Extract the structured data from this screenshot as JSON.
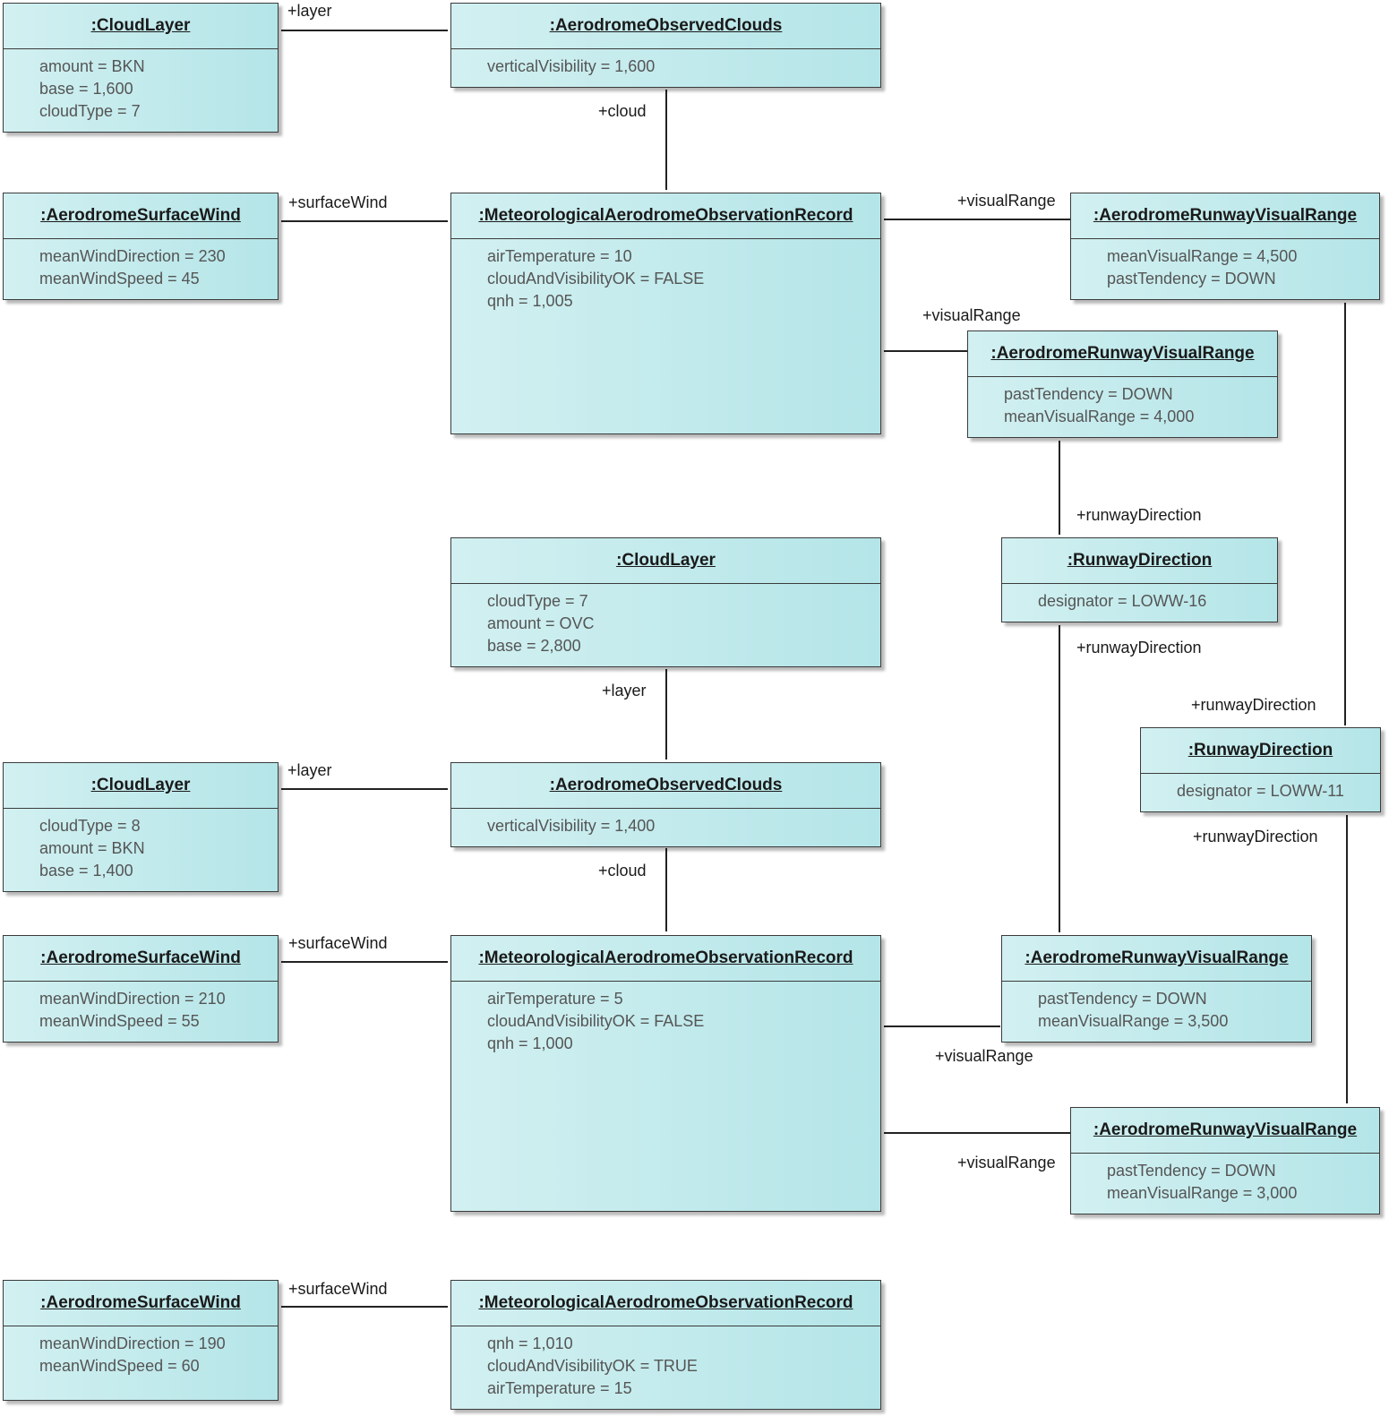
{
  "objects": [
    {
      "id": "cloudlayer-1",
      "title": ":CloudLayer",
      "attributes": [
        "amount = BKN",
        "base = 1,600",
        "cloudType = 7"
      ]
    },
    {
      "id": "observed-clouds-1",
      "title": ":AerodromeObservedClouds",
      "attributes": [
        "verticalVisibility = 1,600"
      ]
    },
    {
      "id": "surface-wind-1",
      "title": ":AerodromeSurfaceWind",
      "attributes": [
        "meanWindDirection = 230",
        "meanWindSpeed = 45"
      ]
    },
    {
      "id": "met-record-1",
      "title": ":MeteorologicalAerodromeObservationRecord",
      "attributes": [
        "airTemperature = 10",
        "cloudAndVisibilityOK = FALSE",
        "qnh = 1,005"
      ]
    },
    {
      "id": "rvr-1",
      "title": ":AerodromeRunwayVisualRange",
      "attributes": [
        "meanVisualRange = 4,500",
        "pastTendency = DOWN"
      ]
    },
    {
      "id": "rvr-2",
      "title": ":AerodromeRunwayVisualRange",
      "attributes": [
        "pastTendency = DOWN",
        "meanVisualRange = 4,000"
      ]
    },
    {
      "id": "cloudlayer-2",
      "title": ":CloudLayer",
      "attributes": [
        "cloudType = 7",
        "amount = OVC",
        "base = 2,800"
      ]
    },
    {
      "id": "runway-direction-1",
      "title": ":RunwayDirection",
      "attributes": [
        "designator = LOWW-16"
      ]
    },
    {
      "id": "runway-direction-2",
      "title": ":RunwayDirection",
      "attributes": [
        "designator = LOWW-11"
      ]
    },
    {
      "id": "cloudlayer-3",
      "title": ":CloudLayer",
      "attributes": [
        "cloudType = 8",
        "amount = BKN",
        "base = 1,400"
      ]
    },
    {
      "id": "observed-clouds-2",
      "title": ":AerodromeObservedClouds",
      "attributes": [
        "verticalVisibility = 1,400"
      ]
    },
    {
      "id": "surface-wind-2",
      "title": ":AerodromeSurfaceWind",
      "attributes": [
        "meanWindDirection = 210",
        "meanWindSpeed = 55"
      ]
    },
    {
      "id": "met-record-2",
      "title": ":MeteorologicalAerodromeObservationRecord",
      "attributes": [
        "airTemperature = 5",
        "cloudAndVisibilityOK = FALSE",
        "qnh = 1,000"
      ]
    },
    {
      "id": "rvr-3",
      "title": ":AerodromeRunwayVisualRange",
      "attributes": [
        "pastTendency = DOWN",
        "meanVisualRange = 3,500"
      ]
    },
    {
      "id": "rvr-4",
      "title": ":AerodromeRunwayVisualRange",
      "attributes": [
        "pastTendency = DOWN",
        "meanVisualRange = 3,000"
      ]
    },
    {
      "id": "surface-wind-3",
      "title": ":AerodromeSurfaceWind",
      "attributes": [
        "meanWindDirection = 190",
        "meanWindSpeed = 60"
      ]
    },
    {
      "id": "met-record-3",
      "title": ":MeteorologicalAerodromeObservationRecord",
      "attributes": [
        "qnh = 1,010",
        "cloudAndVisibilityOK = TRUE",
        "airTemperature = 15"
      ]
    }
  ],
  "roles": [
    "+layer",
    "+cloud",
    "+surfaceWind",
    "+visualRange",
    "+visualRange",
    "+runwayDirection",
    "+runwayDirection",
    "+runwayDirection",
    "+layer",
    "+layer",
    "+runwayDirection",
    "+cloud",
    "+surfaceWind",
    "+visualRange",
    "+visualRange",
    "+surfaceWind"
  ]
}
